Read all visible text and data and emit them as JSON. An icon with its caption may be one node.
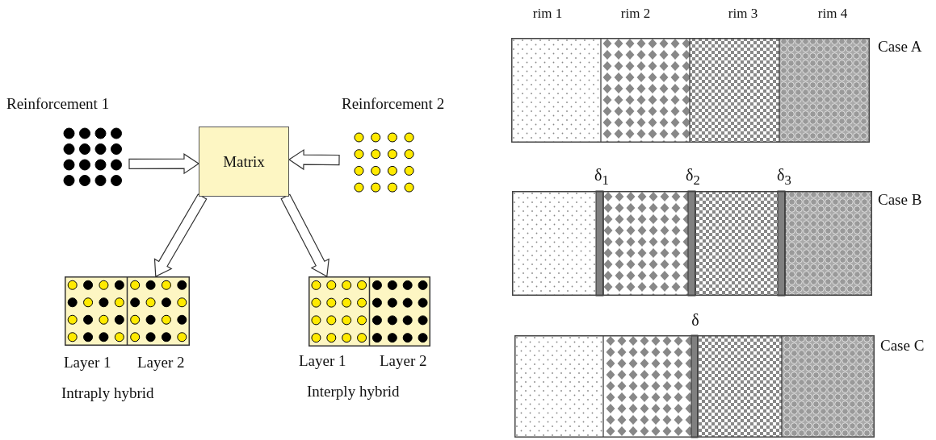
{
  "diagram": {
    "nodes": [
      {
        "text": [
          "Reinforcement 1"
        ]
      },
      {
        "text": [
          "Matrix"
        ]
      },
      {
        "text": [
          "Reinforcement 2"
        ]
      },
      {
        "text": [
          "Layer 1",
          "Layer 2",
          "Intraply hybrid"
        ]
      },
      {
        "text": [
          "Layer 1",
          "Layer 2",
          "Interply hybrid"
        ]
      },
      {
        "text": [
          "Case A"
        ]
      },
      {
        "text": [
          "Case B"
        ]
      },
      {
        "text": [
          "Case C"
        ]
      }
    ],
    "edges": [
      {
        "from": 0,
        "to": 1,
        "arrow": "to"
      },
      {
        "from": 2,
        "to": 1,
        "arrow": "to"
      },
      {
        "from": 1,
        "to": 3,
        "arrow": "to"
      },
      {
        "from": 1,
        "to": 4,
        "arrow": "to"
      }
    ],
    "labels": [
      "rim 1",
      "rim 2",
      "rim 3",
      "rim 4",
      "δ$_{1}$",
      "δ$_{2}$",
      "δ$_{3}$",
      "δ"
    ]
  }
}
